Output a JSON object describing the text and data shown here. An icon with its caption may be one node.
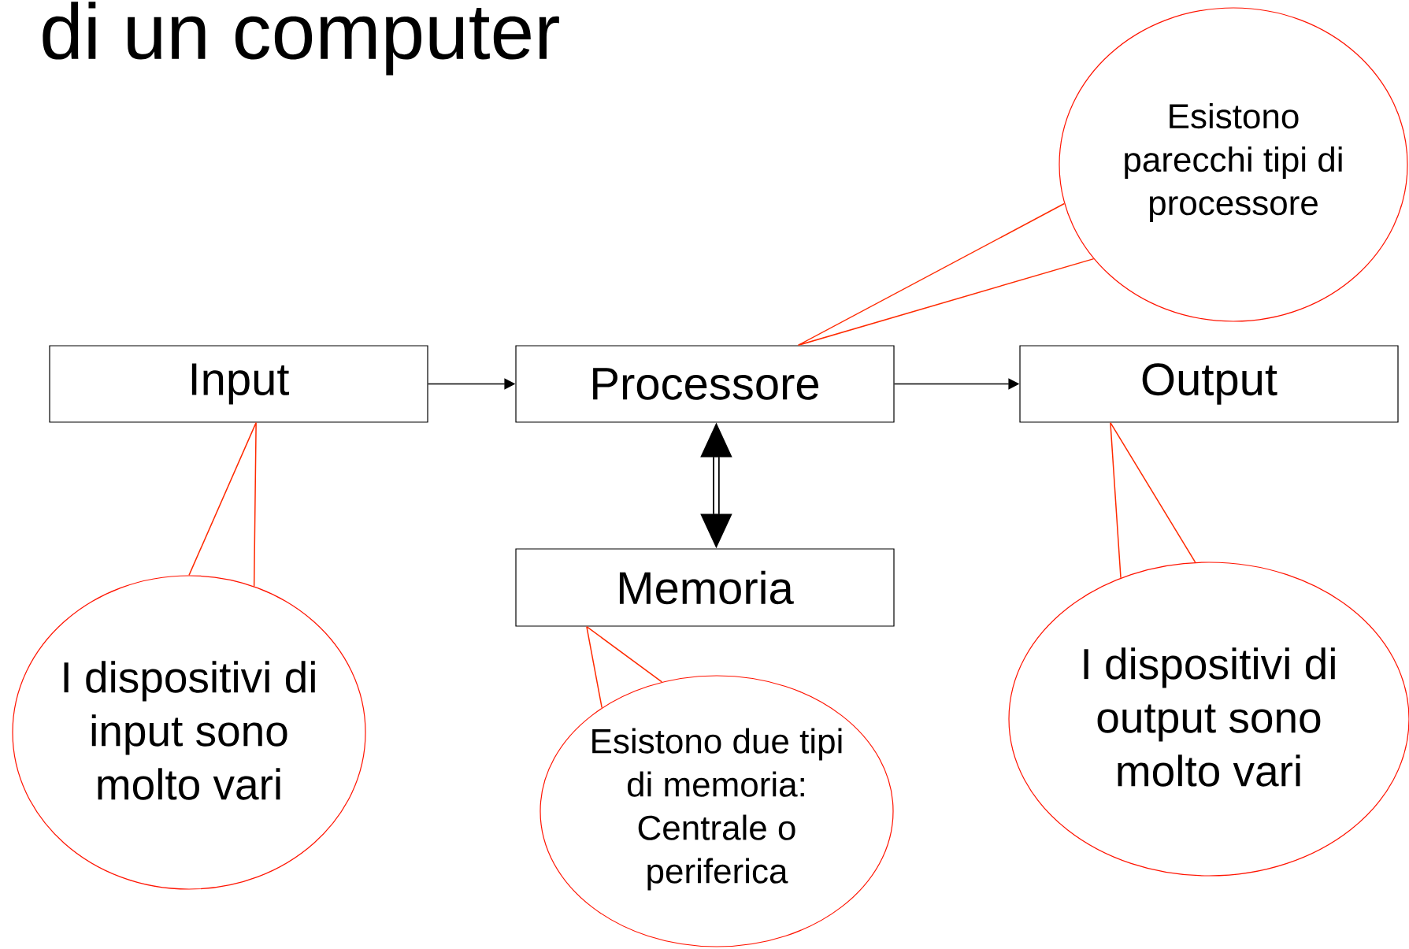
{
  "diagram": {
    "title": "di un computer",
    "nodes": [
      {
        "text": [
          "Esistono parecchi tipi di processore"
        ]
      },
      {
        "text": [
          "Input"
        ]
      },
      {
        "text": [
          "Processore"
        ]
      },
      {
        "text": [
          "Output"
        ]
      },
      {
        "text": [
          "Memoria"
        ]
      },
      {
        "text": [
          "I dispositivi di input sono molto vari"
        ]
      },
      {
        "text": [
          "Esistono due tipi di memoria: Centrale o periferica"
        ]
      },
      {
        "text": [
          "I dispositivi di output sono molto vari"
        ]
      }
    ],
    "edges": [
      {
        "from": 1,
        "to": 2,
        "arrow": "to",
        "color": "#000000"
      },
      {
        "from": 2,
        "to": 3,
        "arrow": "to",
        "color": "#000000"
      },
      {
        "from": 2,
        "to": 4,
        "arrow": "both",
        "style": "thick",
        "color": "#000000"
      },
      {
        "from": 0,
        "to": 2,
        "arrow": "none",
        "color": "#ff2a00"
      },
      {
        "from": 5,
        "to": 1,
        "arrow": "none",
        "color": "#ff2a00"
      },
      {
        "from": 6,
        "to": 4,
        "arrow": "none",
        "color": "#ff2a00"
      },
      {
        "from": 7,
        "to": 3,
        "arrow": "none",
        "color": "#ff2a00"
      }
    ]
  }
}
